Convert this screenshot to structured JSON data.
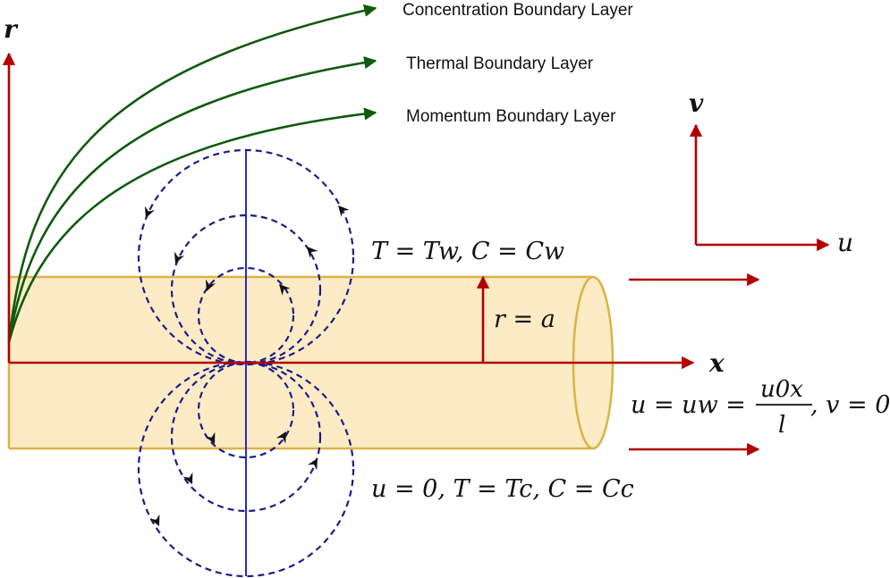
{
  "labels": {
    "concentration_bl": "Concentration Boundary Layer",
    "thermal_bl": "Thermal Boundary Layer",
    "momentum_bl": "Momentum Boundary Layer"
  },
  "axes": {
    "r": "r",
    "x": "x",
    "u": "u",
    "v": "v"
  },
  "equations": {
    "wall_condition": "T = Tw, C = Cw",
    "radius": "r = a",
    "far_condition": "u = 0, T = Tc, C = Cc",
    "stretch_lhs": "u = uw =",
    "stretch_num": "u0x",
    "stretch_den": "l",
    "stretch_rhs": ", v = 0"
  },
  "colors": {
    "axis_red": "#b20000",
    "boundary_green": "#0f5a0f",
    "vortex_blue": "#1c1c8a",
    "center_line": "#2a2acc",
    "cylinder_fill": "#fcebc4",
    "cylinder_edge": "#d9b347"
  }
}
